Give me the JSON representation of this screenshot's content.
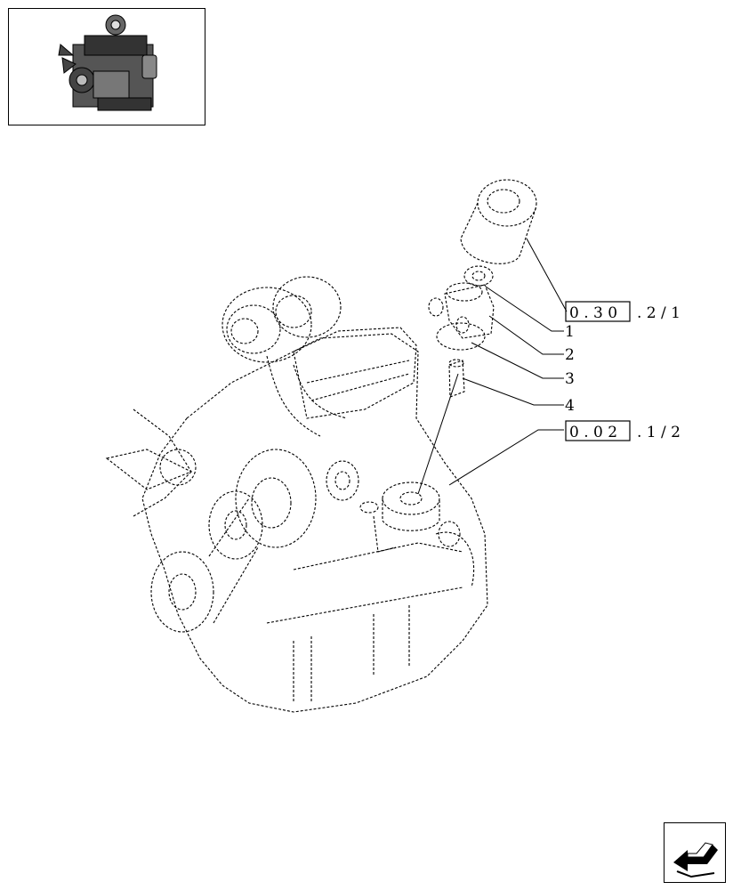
{
  "thumbnail": {
    "icon": "engine-thumbnail-icon"
  },
  "references": {
    "top": {
      "boxed": "0 . 3 0",
      "rest": ". 2 / 1"
    },
    "bottom": {
      "boxed": "0 . 0 2",
      "rest": ". 1 / 2"
    }
  },
  "callouts": [
    "1",
    "2",
    "3",
    "4"
  ],
  "nav": {
    "icon": "previous-page-arrow-icon"
  }
}
